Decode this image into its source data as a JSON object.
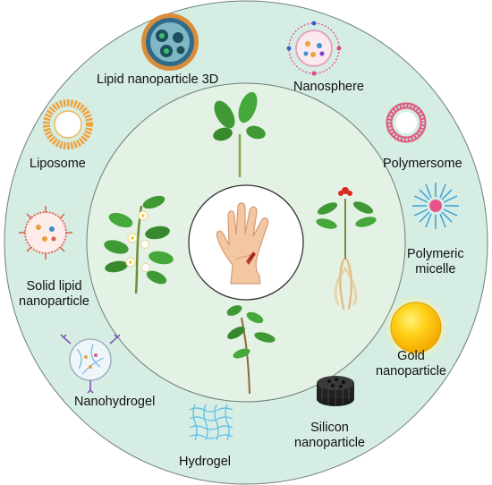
{
  "diagram": {
    "center_image": "wounded-hand",
    "inner_ring_images": [
      "plant-seedling-top",
      "tea-plant-flowers",
      "ginseng-plant",
      "plant-seedling-bottom"
    ],
    "colors": {
      "outer_ring": "#d6ede4",
      "outer_ring_stroke": "#6d7f77",
      "inner_ring": "#e4f2e5",
      "inner_ring_stroke": "#6d7f77",
      "center_circle": "#ffffff",
      "center_stroke": "#333333",
      "leaf_green": "#3f9a35",
      "hand_skin": "#f4c7a3"
    },
    "labels": {
      "lipid_nanoparticle_3d": "Lipid nanoparticle 3D",
      "nanosphere": "Nanosphere",
      "polymersome": "Polymersome",
      "polymeric_micelle": [
        "Polymeric",
        "micelle"
      ],
      "gold_nanoparticle": [
        "Gold",
        "nanoparticle"
      ],
      "silicon_nanoparticle": [
        "Silicon",
        "nanoparticle"
      ],
      "hydrogel": "Hydrogel",
      "nanohydrogel": "Nanohydrogel",
      "solid_lipid_nanoparticle": [
        "Solid lipid",
        "nanoparticle"
      ],
      "liposome": "Liposome"
    }
  }
}
